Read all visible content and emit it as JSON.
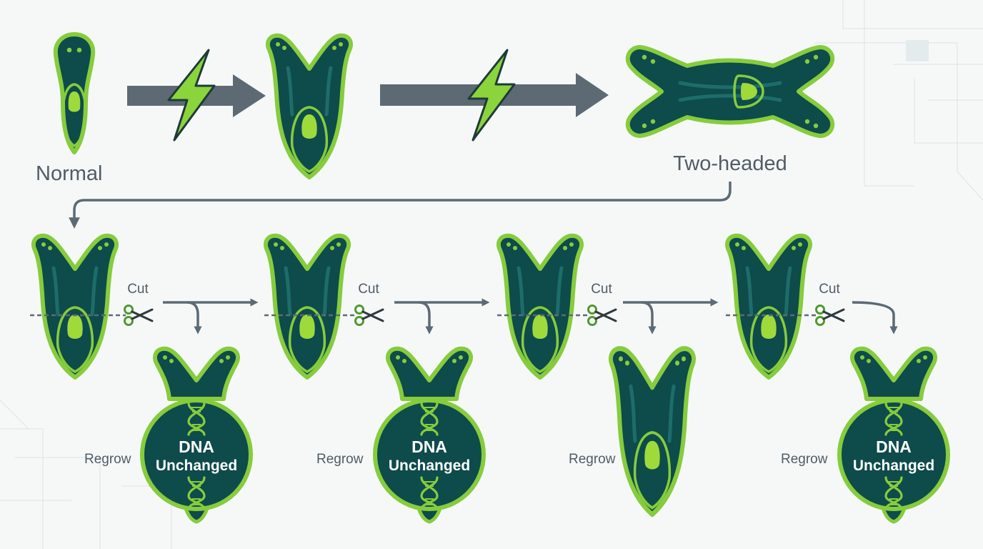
{
  "labels": {
    "normal": "Normal",
    "two_headed": "Two-headed",
    "cut": "Cut",
    "regrow": "Regrow",
    "dna_line1": "DNA",
    "dna_line2": "Unchanged"
  },
  "colors": {
    "body": "#0e4b4b",
    "outline": "#86cc3c",
    "gut": "#0f5656",
    "gut_fill": "#9fda3b",
    "arrow": "#5d6a74",
    "text": "#505c66",
    "bolt": "#8bd43c"
  },
  "icons": [
    "lightning-bolt-icon",
    "scissors-icon",
    "dna-helix-icon",
    "arrow-icon"
  ]
}
